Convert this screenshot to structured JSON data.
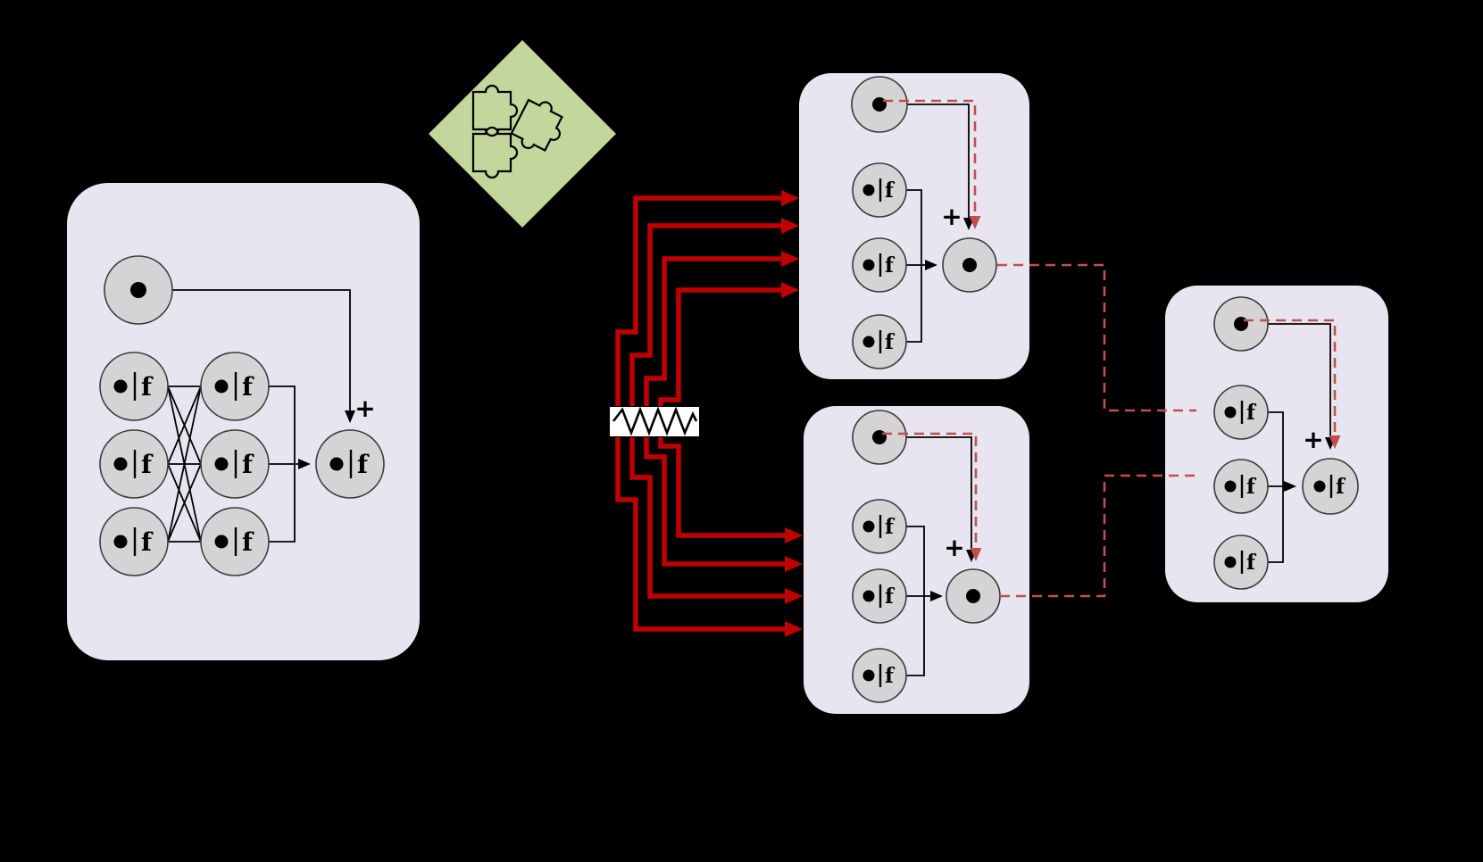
{
  "figure": {
    "type": "diagram"
  },
  "labels": {
    "f": "f",
    "plus": "+"
  },
  "colors": {
    "background": "#000000",
    "panel": "#e8e5f1",
    "node_fill": "#d5d3d5",
    "node_stroke": "#3a3a3a",
    "wire": "#000000",
    "red_arrow": "#c00000",
    "red_dashed": "#c0504d",
    "diamond_green": "#c3d69b",
    "cut_box": "#ffffff"
  },
  "icons": {
    "puzzle": "puzzle-pieces-icon",
    "cut": "zigzag-cut-icon"
  },
  "panels": {
    "source_network": {
      "input_nodes": 1,
      "hidden_layer1_nodes": 3,
      "hidden_layer2_nodes": 3,
      "output_nodes": 1
    },
    "expert_top": {
      "input_nodes": 1,
      "hidden_nodes": 3,
      "output_nodes": 1
    },
    "expert_bottom": {
      "input_nodes": 1,
      "hidden_nodes": 3,
      "output_nodes": 1
    },
    "merged_network": {
      "input_nodes": 1,
      "hidden_nodes": 3,
      "output_nodes": 1
    }
  }
}
